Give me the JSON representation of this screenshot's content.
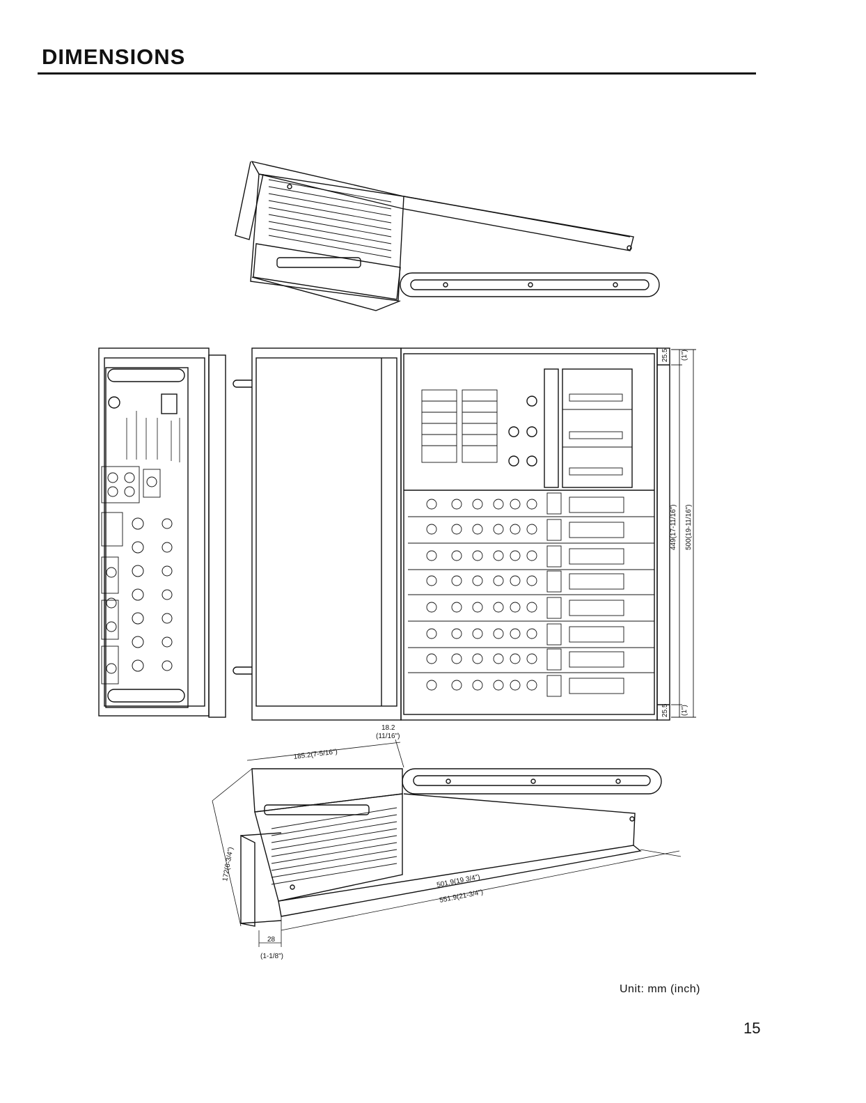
{
  "page": {
    "heading": "DIMENSIONS",
    "unit_note": "Unit: mm (inch)",
    "page_number": "15"
  },
  "dimensions": {
    "side_top_25": "25.5",
    "side_top_25_in": "(1\")",
    "side_bottom_25": "25.5",
    "side_bottom_25_in": "(1\")",
    "depth_449": "449(17-11/16\")",
    "depth_500": "500(19-11/16\")",
    "handle_18": "18.2",
    "handle_18_in": "(11/16\")",
    "width_185": "185.2(7-5/16\")",
    "height_172": "172(6-3/4\")",
    "length_501": "501.9(19 3/4\")",
    "length_551": "551.9(21-3/4\")",
    "gap_28": "28",
    "gap_28_in": "(1-1/8\")"
  }
}
